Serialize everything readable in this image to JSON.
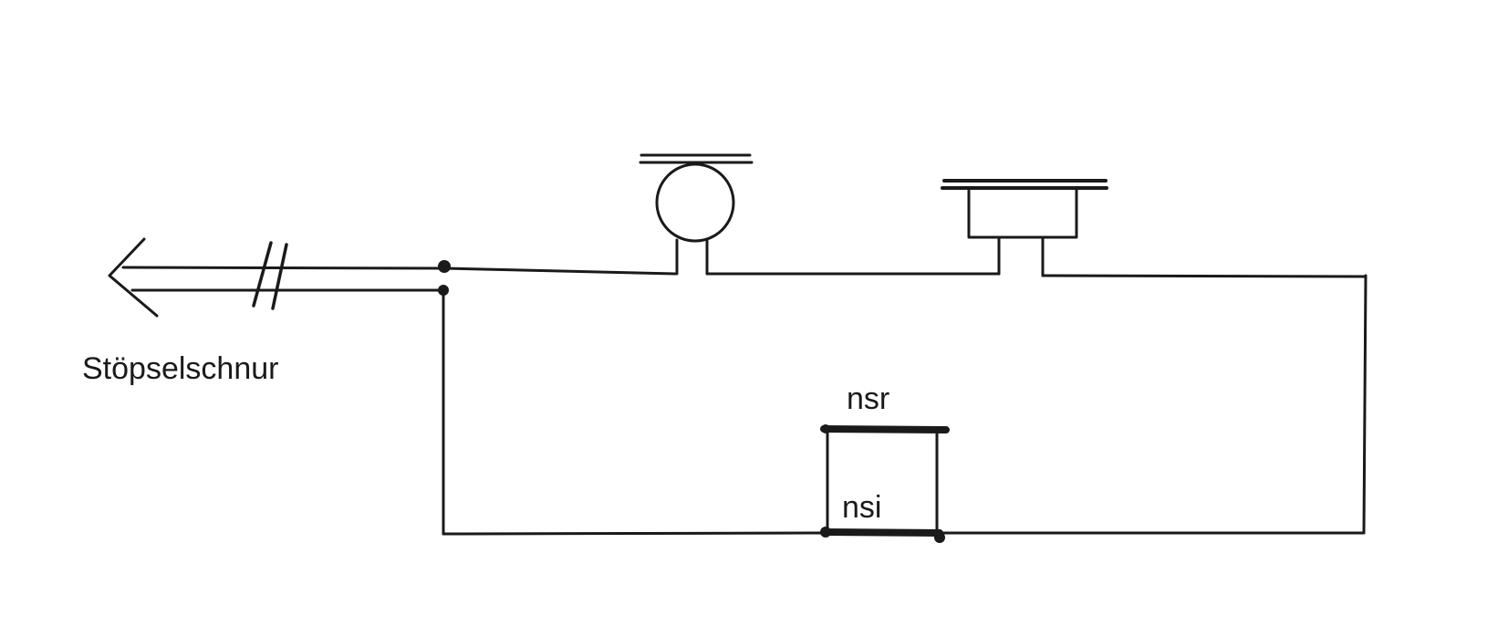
{
  "diagram": {
    "labels": {
      "cord": "Stöpselschnur",
      "contact_upper": "nsr",
      "contact_lower": "nsi"
    },
    "colors": {
      "ink": "#1a1a1a",
      "background": "#ffffff"
    }
  }
}
